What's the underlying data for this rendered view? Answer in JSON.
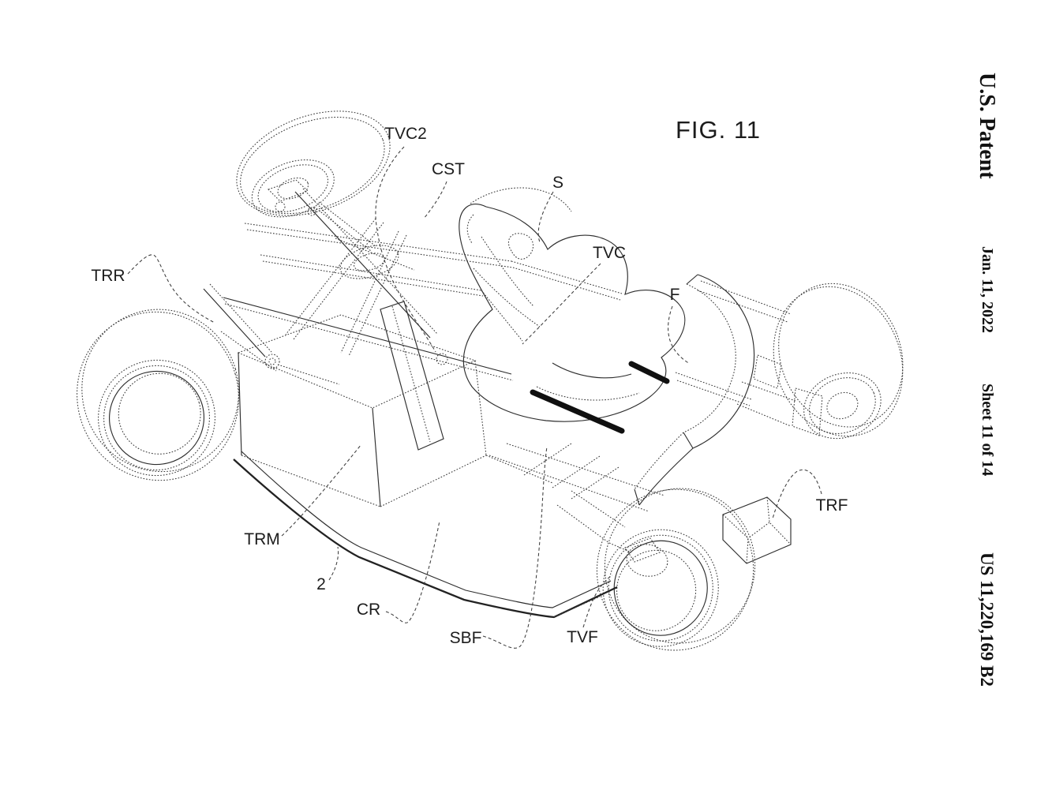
{
  "page_margin": {
    "title": "U.S. Patent",
    "date": "Jan. 11, 2022",
    "sheet_info": "Sheet 11 of 14",
    "patent_number": "US 11,220,169 B2"
  },
  "figure": {
    "title": "FIG. 11",
    "part_labels": [
      "TVC2",
      "CST",
      "S",
      "TVC",
      "F",
      "TRR",
      "TRF",
      "TRM",
      "2",
      "CR",
      "SBF",
      "TVF"
    ]
  },
  "colors": {
    "paper": "#ffffff",
    "ink": "#1c1c1c"
  }
}
